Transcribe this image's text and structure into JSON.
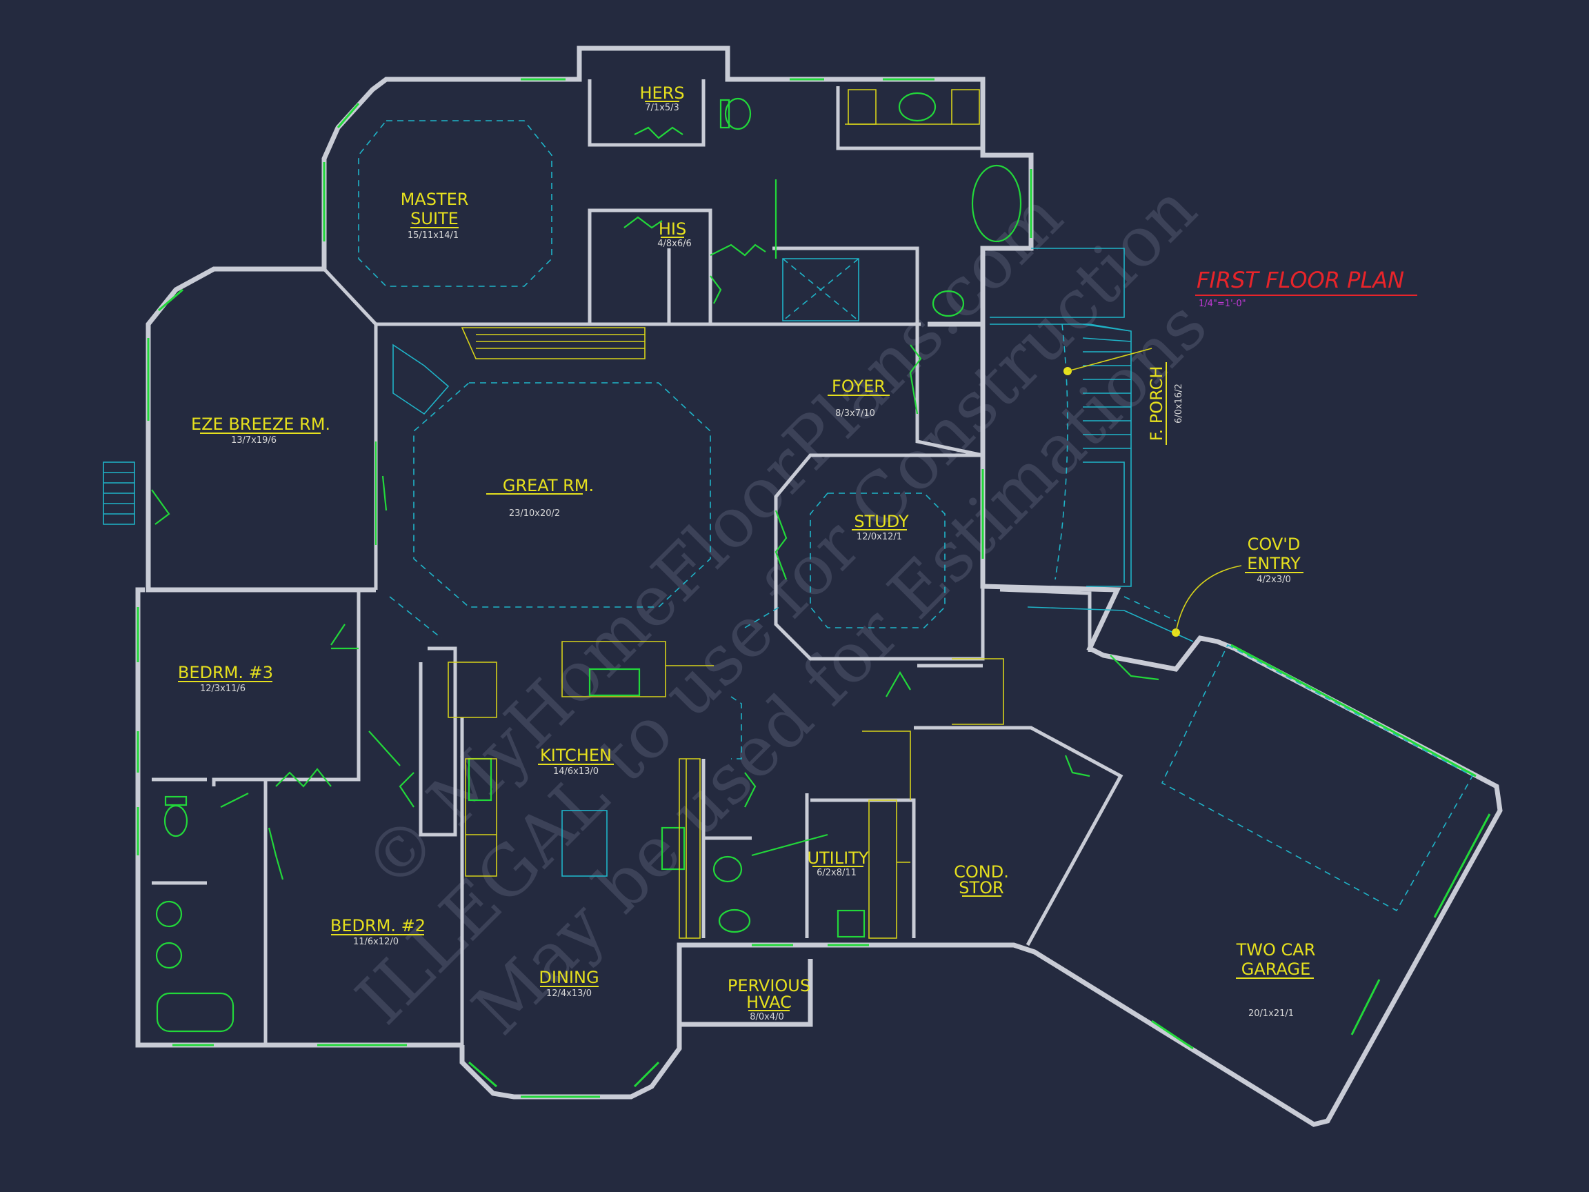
{
  "plan": {
    "title": "FIRST FLOOR PLAN",
    "scale": "1/4\"=1'-0\"",
    "colors": {
      "background": "#242a3f",
      "walls": "#c9ccd6",
      "labels": "#e6e01e",
      "title": "#e8242a",
      "scale": "#c23ad6",
      "fixtures": "#22d83a",
      "hidden_lines": "#1fb4c8"
    }
  },
  "rooms": {
    "master_suite": {
      "name_line1": "MASTER",
      "name_line2": "SUITE",
      "dim": "15/11x14/1"
    },
    "hers": {
      "name": "HERS",
      "dim": "7/1x5/3"
    },
    "his": {
      "name": "HIS",
      "dim": "4/8x6/6"
    },
    "eze_breeze": {
      "name": "EZE BREEZE RM.",
      "dim": "13/7x19/6"
    },
    "great_rm": {
      "name": "GREAT RM.",
      "dim": "23/10x20/2"
    },
    "foyer": {
      "name": "FOYER",
      "dim": "8/3x7/10"
    },
    "study": {
      "name": "STUDY",
      "dim": "12/0x12/1"
    },
    "f_porch": {
      "name": "F. PORCH",
      "dim": "6/0x16/2"
    },
    "covd_entry": {
      "name_line1": "COV'D",
      "name_line2": "ENTRY",
      "dim": "4/2x3/0"
    },
    "bedrm3": {
      "name": "BEDRM. #3",
      "dim": "12/3x11/6"
    },
    "bedrm2": {
      "name": "BEDRM. #2",
      "dim": "11/6x12/0"
    },
    "kitchen": {
      "name": "KITCHEN",
      "dim": "14/6x13/0"
    },
    "dining": {
      "name": "DINING",
      "dim": "12/4x13/0"
    },
    "utility": {
      "name": "UTILITY",
      "dim": "6/2x8/11"
    },
    "cond_stor": {
      "name_line1": "COND.",
      "name_line2": "STOR"
    },
    "pervious_hvac": {
      "name_line1": "PERVIOUS",
      "name_line2": "HVAC",
      "dim": "8/0x4/0"
    },
    "garage": {
      "name_line1": "TWO CAR",
      "name_line2": "GARAGE",
      "dim": "20/1x21/1"
    }
  },
  "watermark": {
    "line1": "© MyHomeFloorPlans.com",
    "line2": "ILLEGAL to use for Construction",
    "line3": "May be used for Estimations"
  }
}
